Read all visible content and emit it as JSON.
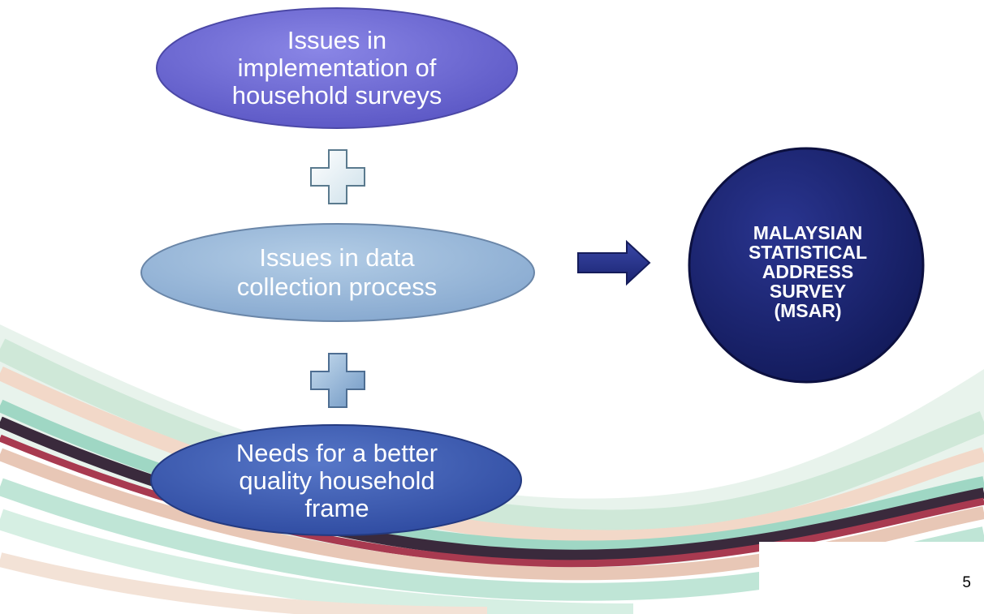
{
  "nodes": {
    "top": {
      "label": "Issues in\nimplementation of\nhousehold surveys"
    },
    "middle": {
      "label": "Issues in data\ncollection process"
    },
    "bottom": {
      "label": "Needs for a better\nquality household\nframe"
    },
    "result": {
      "label": "MALAYSIAN\nSTATISTICAL\nADDRESS\nSURVEY\n(MSAR)"
    }
  },
  "connectors": [
    "plus",
    "plus",
    "arrow-right"
  ],
  "page_number": "5",
  "colors": {
    "top_fill": "#6f6fd6",
    "middle_fill": "#9dbadb",
    "bottom_fill": "#3f5fb5",
    "result_fill": "#1a2370",
    "arrow_fill": "#24308a"
  }
}
